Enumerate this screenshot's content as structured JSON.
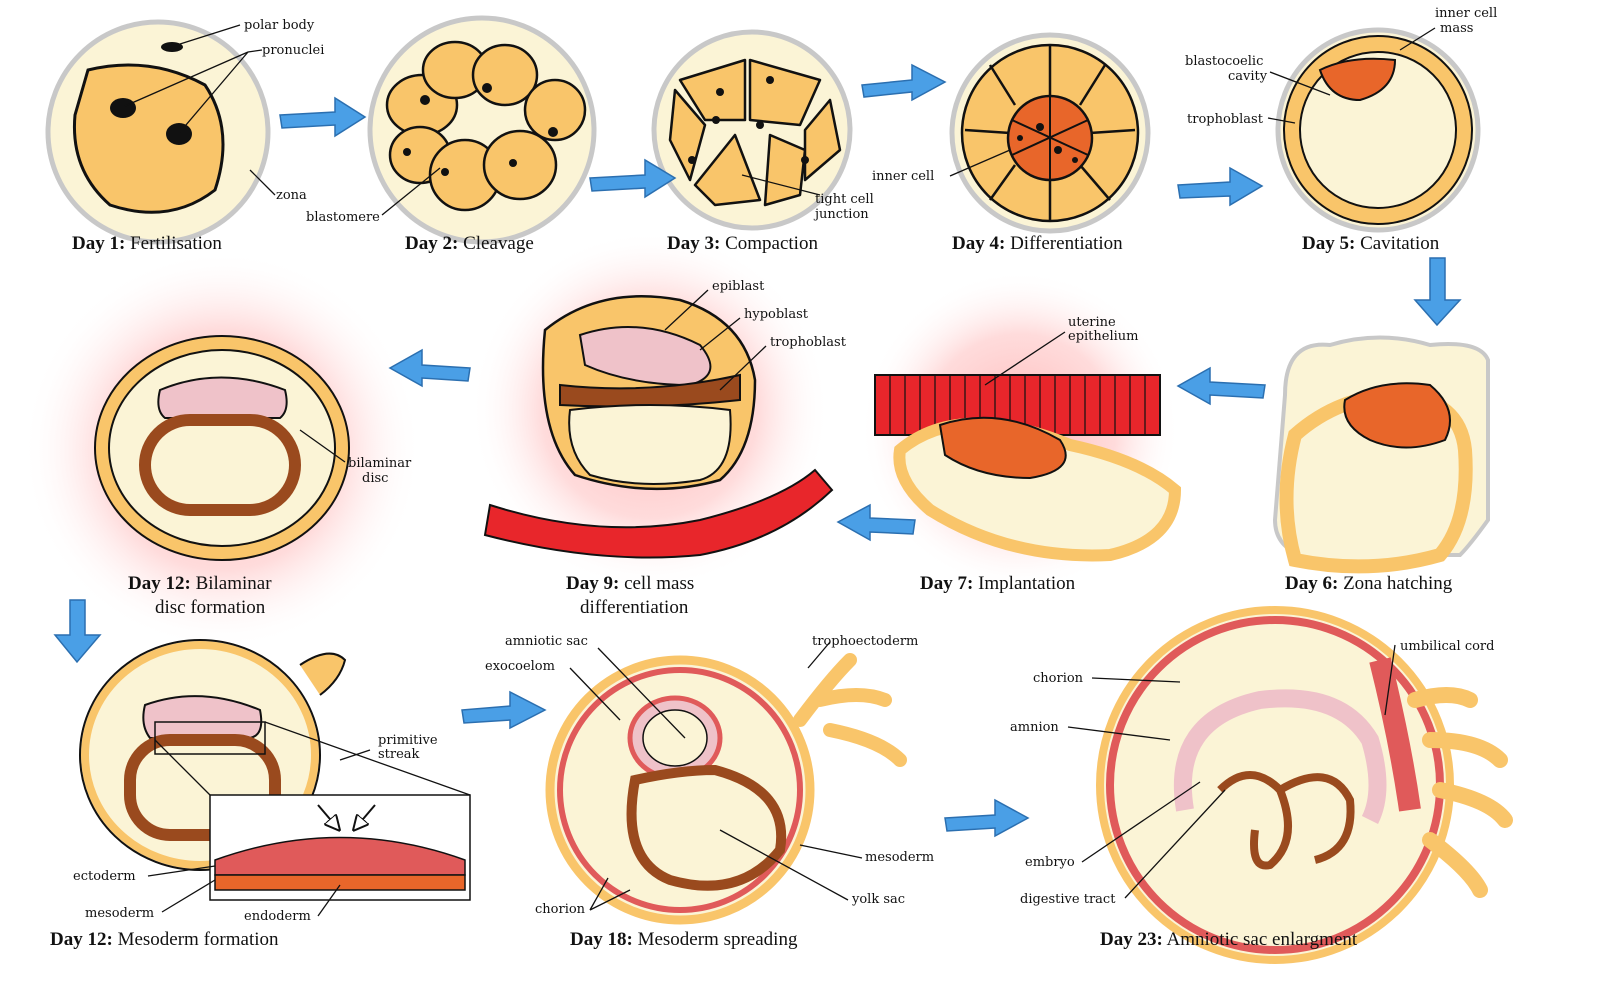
{
  "stages": [
    {
      "day": "Day 1:",
      "name": "Fertilisation"
    },
    {
      "day": "Day 2:",
      "name": "Cleavage"
    },
    {
      "day": "Day 3:",
      "name": "Compaction"
    },
    {
      "day": "Day 4:",
      "name": "Differentiation"
    },
    {
      "day": "Day 5:",
      "name": "Cavitation"
    },
    {
      "day": "Day 6:",
      "name": "Zona hatching"
    },
    {
      "day": "Day 7:",
      "name": "Implantation"
    },
    {
      "day": "Day 9:",
      "name": "cell mass",
      "name2": "differentiation"
    },
    {
      "day": "Day 12:",
      "name": "Bilaminar",
      "name2": "disc formation"
    },
    {
      "day": "Day 12:",
      "name": "Mesoderm formation"
    },
    {
      "day": "Day 18:",
      "name": "Mesoderm spreading"
    },
    {
      "day": "Day 23:",
      "name": "Amniotic sac enlargment"
    }
  ],
  "labels": {
    "polar_body": "polar body",
    "pronuclei": "pronuclei",
    "zona": "zona",
    "blastomere": "blastomere",
    "tight_cell": "tight cell",
    "junction": "junction",
    "inner_cell": "inner cell",
    "inner_cell_mass_1": "inner cell",
    "inner_cell_mass_2": "mass",
    "blastocoelic_1": "blastocoelic",
    "blastocoelic_2": "cavity",
    "trophoblast_d5": "trophoblast",
    "uterine_1": "uterine",
    "uterine_2": "epithelium",
    "epiblast": "epiblast",
    "hypoblast": "hypoblast",
    "trophoblast_d9": "trophoblast",
    "bilaminar_1": "bilaminar",
    "bilaminar_2": "disc",
    "primitive_1": "primitive",
    "primitive_2": "streak",
    "ectoderm": "ectoderm",
    "mesoderm_d12": "mesoderm",
    "endoderm": "endoderm",
    "amniotic_sac": "amniotic sac",
    "exocoelom": "exocoelom",
    "trophoectoderm": "trophoectoderm",
    "mesoderm_d18": "mesoderm",
    "yolk_sac": "yolk sac",
    "chorion_d18": "chorion",
    "chorion_d23": "chorion",
    "umbilical_cord": "umbilical cord",
    "amnion": "amnion",
    "embryo": "embryo",
    "digestive_tract": "digestive tract"
  },
  "colors": {
    "cell": "#f9c56a",
    "zona": "#fbf4d6",
    "inner_mass": "#e8662a",
    "uterine": "#e8262b",
    "epiblast": "#efc2c9",
    "hypoblast": "#9a4a1e",
    "mesoderm": "#e05a5a",
    "arrow": "#4a9fe6"
  }
}
